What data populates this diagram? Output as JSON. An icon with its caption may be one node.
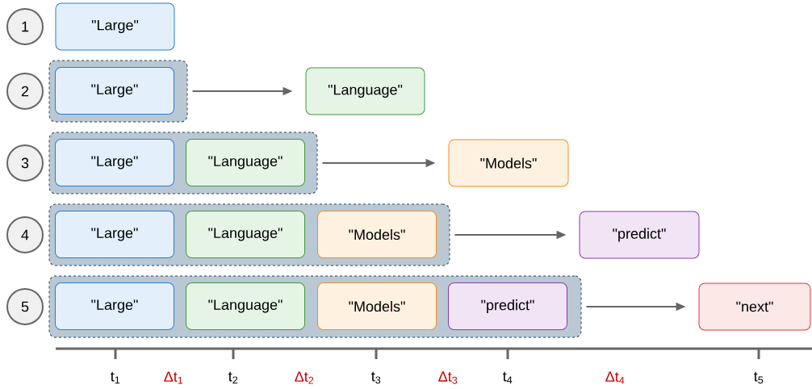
{
  "diagram": {
    "nodes": [
      {
        "text": [
          "1"
        ]
      },
      {
        "text": [
          "\"Large\""
        ]
      },
      {
        "text": [
          "2"
        ]
      },
      {
        "text": [],
        "shape": "box"
      },
      {
        "text": [
          "\"Large\""
        ],
        "in": 3
      },
      {
        "text": [
          "\"Language\""
        ]
      },
      {
        "text": [
          "3"
        ]
      },
      {
        "text": [],
        "shape": "box"
      },
      {
        "text": [
          "\"Large\""
        ],
        "in": 7
      },
      {
        "text": [
          "\"Language\""
        ],
        "in": 7
      },
      {
        "text": [
          "\"Models\""
        ]
      },
      {
        "text": [
          "4"
        ]
      },
      {
        "text": [],
        "shape": "box"
      },
      {
        "text": [
          "\"Large\""
        ],
        "in": 12
      },
      {
        "text": [
          "\"Language\""
        ],
        "in": 12
      },
      {
        "text": [
          "\"Models\""
        ],
        "in": 12
      },
      {
        "text": [
          "\"predict\""
        ]
      },
      {
        "text": [
          "5"
        ]
      },
      {
        "text": [],
        "shape": "box"
      },
      {
        "text": [
          "\"Large\""
        ],
        "in": 18
      },
      {
        "text": [
          "\"Language\""
        ],
        "in": 18
      },
      {
        "text": [
          "\"Models\""
        ],
        "in": 18
      },
      {
        "text": [
          "\"predict\""
        ],
        "in": 18
      },
      {
        "text": [
          "\"next\""
        ]
      }
    ],
    "edges": [
      {
        "from": 3,
        "to": 5,
        "arrow": "to"
      },
      {
        "from": 7,
        "to": 10,
        "arrow": "to"
      },
      {
        "from": 12,
        "to": 16,
        "arrow": "to"
      },
      {
        "from": 18,
        "to": 23,
        "arrow": "to"
      }
    ],
    "labels": [
      "t$_{1}$",
      "Δt$_{1}$",
      "t$_{2}$",
      "Δt$_{2}$",
      "t$_{3}$",
      "Δt$_{3}$",
      "t$_{4}$",
      "Δt$_{4}$",
      "t$_{5}$"
    ]
  }
}
